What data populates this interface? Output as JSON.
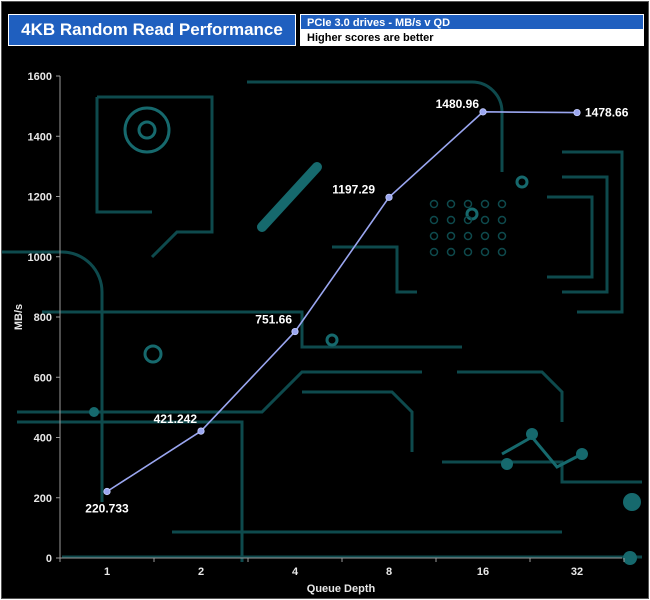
{
  "header": {
    "title": "4KB Random Read Performance",
    "subtitle_top": "PCIe 3.0 drives - MB/s v QD",
    "subtitle_bottom": "Higher scores are better"
  },
  "colors": {
    "header_blue": "#1f5fbf",
    "line": "#9aa6f0",
    "circuit": "#0e4a4d"
  },
  "chart_data": {
    "type": "line",
    "title": "4KB Random Read Performance",
    "xlabel": "Queue Depth",
    "ylabel": "MB/s",
    "categories": [
      "1",
      "2",
      "4",
      "8",
      "16",
      "32"
    ],
    "values": [
      220.733,
      421.242,
      751.66,
      1197.29,
      1480.96,
      1478.66
    ],
    "data_labels": [
      "220.733",
      "421.242",
      "751.66",
      "1197.29",
      "1480.96",
      "1478.66"
    ],
    "ylim": [
      0,
      1600
    ],
    "yticks": [
      0,
      200,
      400,
      600,
      800,
      1000,
      1200,
      1400,
      1600
    ],
    "grid": false,
    "legend": "none"
  }
}
